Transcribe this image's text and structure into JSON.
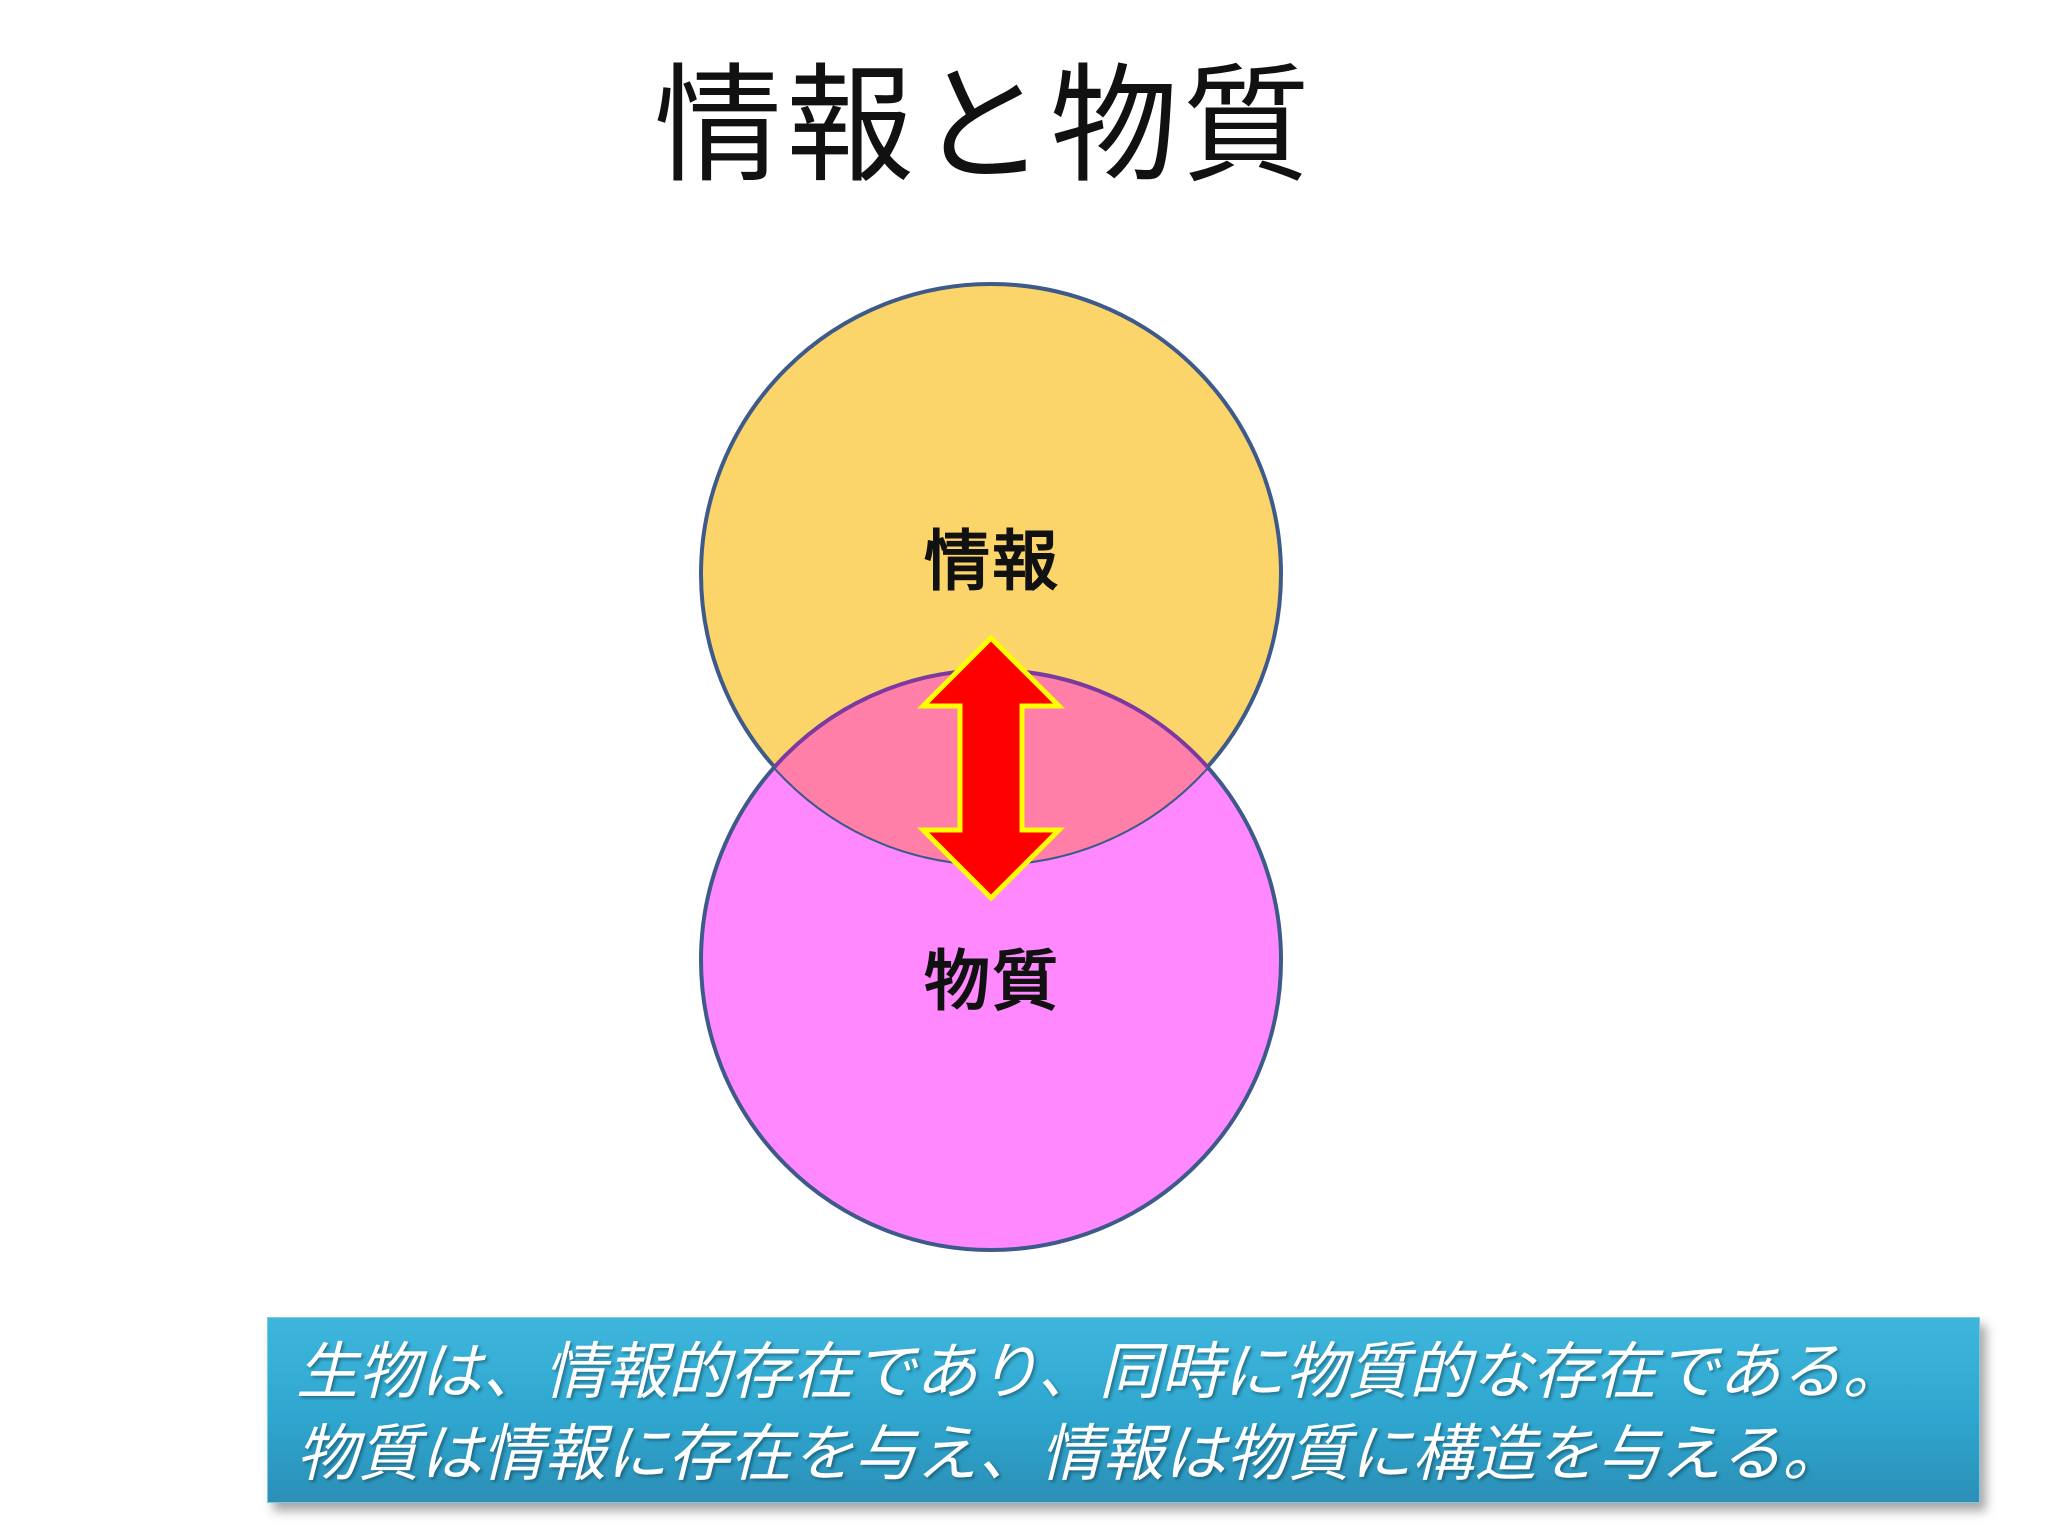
{
  "title": "情報と物質",
  "diagram": {
    "circles": [
      {
        "label": "情報",
        "fill": "#fbd46a",
        "stroke": "#3d5a8a"
      },
      {
        "label": "物質",
        "fill": "#ff88ff",
        "stroke": "#3d5a8a"
      }
    ],
    "overlap_fill": "#ff7fa8",
    "arrow": {
      "fill": "#ff0000",
      "stroke": "#ffff00",
      "direction": "bidirectional-vertical"
    }
  },
  "caption": {
    "lines": [
      "生物は、情報的存在であり、同時に物質的な存在である。",
      "物質は情報に存在を与え、情報は物質に構造を与える。"
    ],
    "background": "#33addb",
    "text_color": "#ffffff"
  }
}
